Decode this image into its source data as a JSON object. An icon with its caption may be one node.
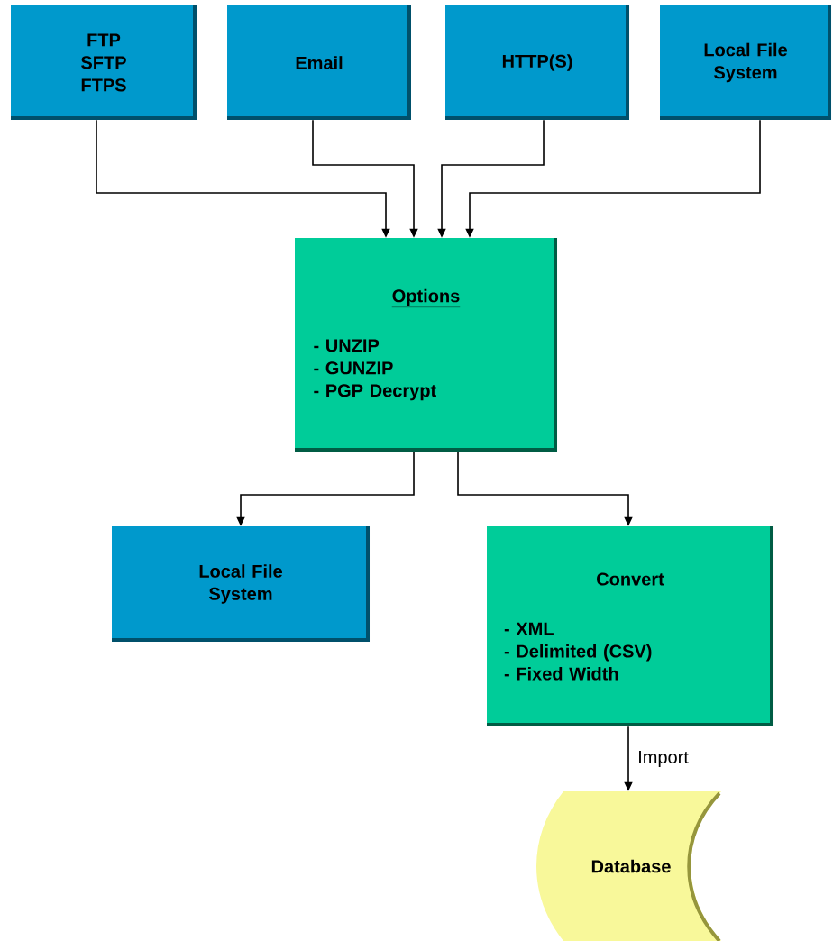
{
  "diagram": {
    "nodes": [
      {
        "text": [
          "FTP",
          "SFTP",
          "FTPS"
        ]
      },
      {
        "text": [
          "Email"
        ]
      },
      {
        "text": [
          "HTTP(S)"
        ]
      },
      {
        "text": [
          "Local File System"
        ]
      },
      {
        "text": [
          "Options",
          "- UNZIP",
          "- GUNZIP",
          "- PGP Decrypt"
        ]
      },
      {
        "text": [
          "Local File System"
        ]
      },
      {
        "text": [
          "Convert",
          "- XML",
          "- Delimited (CSV)",
          "- Fixed Width"
        ]
      },
      {
        "text": [
          "Database"
        ]
      }
    ],
    "edges": [
      {
        "from": 0,
        "to": 4,
        "arrow": "to"
      },
      {
        "from": 1,
        "to": 4,
        "arrow": "to"
      },
      {
        "from": 2,
        "to": 4,
        "arrow": "to"
      },
      {
        "from": 3,
        "to": 4,
        "arrow": "to"
      },
      {
        "from": 4,
        "to": 5,
        "arrow": "to"
      },
      {
        "from": 4,
        "to": 6,
        "arrow": "to"
      },
      {
        "from": 6,
        "to": 7,
        "arrow": "to",
        "label": "Import"
      }
    ]
  }
}
